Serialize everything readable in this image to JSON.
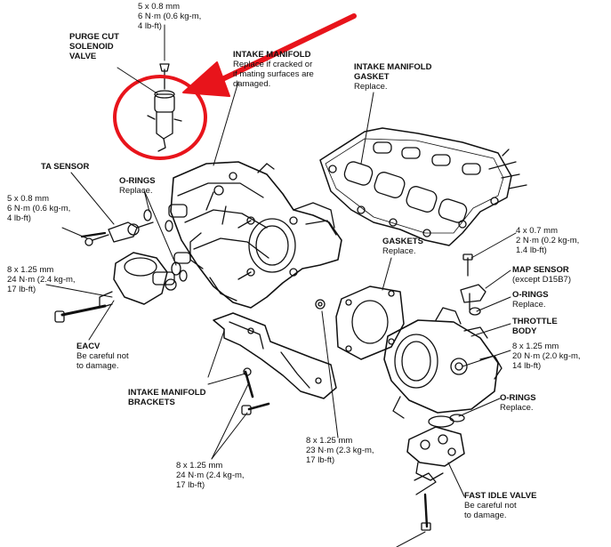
{
  "colors": {
    "ink": "#111111",
    "highlight": "#e8141b",
    "paper": "#ffffff"
  },
  "labels": {
    "purge_cut_torque": {
      "lines": [
        "5 x 0.8 mm",
        "6 N·m (0.6 kg-m,",
        "4 lb-ft)"
      ]
    },
    "purge_cut_valve": {
      "lines": [
        "PURGE CUT",
        "SOLENOID",
        "VALVE"
      ]
    },
    "intake_manifold": {
      "lines": [
        "INTAKE MANIFOLD",
        "Replace if cracked or",
        "if mating surfaces are",
        "damaged."
      ]
    },
    "intake_manifold_gasket": {
      "lines": [
        "INTAKE MANIFOLD",
        "GASKET",
        "Replace."
      ]
    },
    "ta_sensor": {
      "lines": [
        "TA SENSOR"
      ]
    },
    "o_rings_1": {
      "lines": [
        "O-RINGS",
        "Replace."
      ]
    },
    "ta_torque": {
      "lines": [
        "5 x 0.8 mm",
        "6 N·m (0.6 kg-m,",
        "4 lb-ft)"
      ]
    },
    "eacv_torque": {
      "lines": [
        "8 x 1.25 mm",
        "24 N·m (2.4 kg-m,",
        "17 lb-ft)"
      ]
    },
    "eacv": {
      "lines": [
        "EACV",
        "Be careful not",
        "to damage."
      ]
    },
    "brackets": {
      "lines": [
        "INTAKE MANIFOLD",
        "BRACKETS"
      ]
    },
    "bracket_torque": {
      "lines": [
        "8 x 1.25 mm",
        "24 N·m (2.4 kg-m,",
        "17 lb-ft)"
      ]
    },
    "gaskets": {
      "lines": [
        "GASKETS",
        "Replace."
      ]
    },
    "center_torque": {
      "lines": [
        "8 x 1.25 mm",
        "23 N·m (2.3 kg-m,",
        "17 lb-ft)"
      ]
    },
    "map_torque": {
      "lines": [
        "4 x 0.7 mm",
        "2 N·m (0.2 kg-m,",
        "1.4 lb-ft)"
      ]
    },
    "map_sensor": {
      "lines": [
        "MAP SENSOR",
        "(except D15B7)"
      ]
    },
    "o_rings_2": {
      "lines": [
        "O-RINGS",
        "Replace."
      ]
    },
    "throttle_body": {
      "lines": [
        "THROTTLE",
        "BODY"
      ]
    },
    "throttle_torque": {
      "lines": [
        "8 x 1.25 mm",
        "20 N·m (2.0 kg-m,",
        "14 lb-ft)"
      ]
    },
    "o_rings_3": {
      "lines": [
        "O-RINGS",
        "Replace."
      ]
    },
    "fast_idle_valve": {
      "lines": [
        "FAST IDLE VALVE",
        "Be careful not",
        "to damage."
      ]
    }
  }
}
